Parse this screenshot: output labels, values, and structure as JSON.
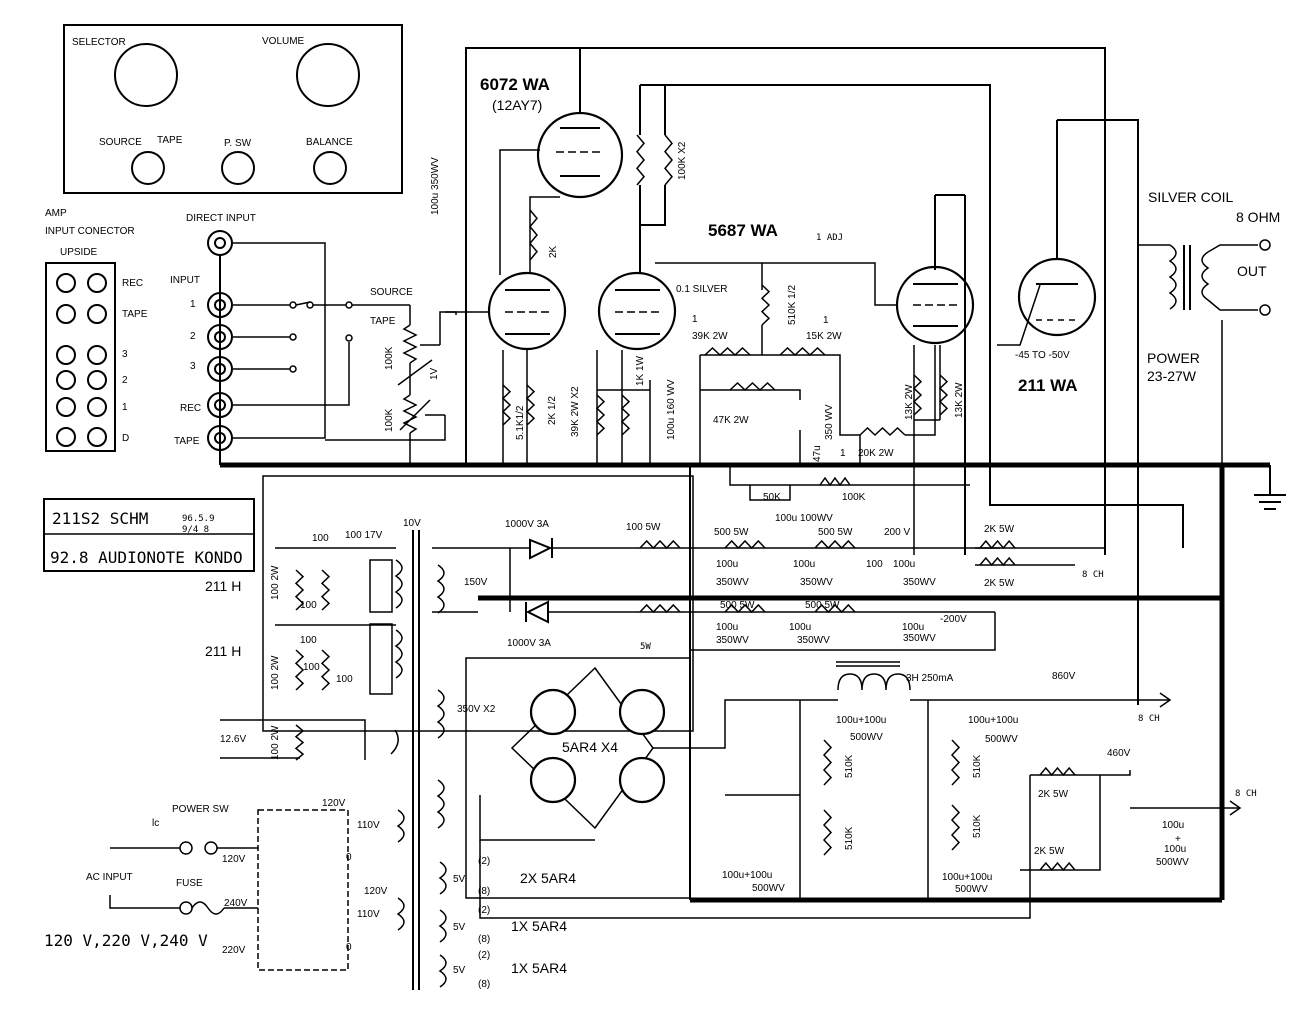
{
  "front_panel": {
    "selector": "SELECTOR",
    "volume": "VOLUME",
    "source": "SOURCE",
    "tape": "TAPE",
    "power_sw": "P. SW",
    "balance": "BALANCE"
  },
  "connector": {
    "title_line1": "AMP",
    "title_line2": "INPUT CONECTOR",
    "side": "UPSIDE",
    "rows": [
      "REC",
      "TAPE",
      "3",
      "2",
      "1",
      "D"
    ]
  },
  "inputs": {
    "direct": "DIRECT INPUT",
    "input": "INPUT",
    "n1": "1",
    "n2": "2",
    "n3": "3",
    "rec": "REC",
    "tape": "TAPE",
    "source": "SOURCE",
    "tape_sw": "TAPE",
    "pot1": "100K",
    "pot1_note": "1V",
    "pot2": "100K"
  },
  "title_block": {
    "line1": "211S2 SCHM",
    "line2": "92.8 AUDIONOTE KONDO",
    "note_a": "96.5.9",
    "note_b": "9/4 8"
  },
  "tubes": {
    "t1_name": "6072 WA",
    "t1_alt": "(12AY7)",
    "t2_name": "5687 WA",
    "t3_name": "211 WA",
    "rect": "5AR4 X4"
  },
  "components": {
    "c_100u350": "100u 350WV",
    "r_2k": "2K",
    "r_100kx2": "100K X2",
    "r_51k": "5.1K1/2",
    "r_2k12": "2K 1/2",
    "r_39k2w_x2": "39K 2W X2",
    "r_1k1w": "1K 1W",
    "c_100u160": "100u 160 WV",
    "c_01": "0.1 SILVER",
    "r_510k": "510K 1/2",
    "adj": "1 ADJ",
    "r_39k2w": "39K 2W",
    "r_15k2w": "15K 2W",
    "r_47k2w": "47K 2W",
    "c_47u": "47u",
    "c_350wv": "350 WV",
    "r_20k2w": "20K 2W",
    "r_13k_a": "13K 2W",
    "r_13k_b": "13K 2W",
    "one_a": "1",
    "one_b": "1",
    "one_c": "1",
    "bias": "-45 TO -50V",
    "r_50k": "50K",
    "r_100k": "100K",
    "c_100u_100wv": "100u 100WV"
  },
  "output": {
    "silver_coil": "SILVER COIL",
    "ohm": "8 OHM",
    "out": "OUT",
    "power": "POWER",
    "power_val": "23-27W"
  },
  "psu": {
    "h211_a": "211 H",
    "h211_b": "211 H",
    "r100_a": "100",
    "r100_b": "100 17V",
    "v10": "10V",
    "r100_2w_a": "100 2W",
    "r100_c": "100",
    "r100_2w_b": "100 2W",
    "r100_d": "100",
    "r100_e": "100",
    "r100_f": "100",
    "v150": "150V",
    "d1": "1000V 3A",
    "d2": "1000V 3A",
    "r_100_5w": "100  5W",
    "r_5w_b": "5W",
    "r_500_a": "500 5W",
    "r_500_b": "500 5W",
    "r_500_c": "500 5W",
    "r_500_d": "500 5W",
    "c_100u_a": "100u",
    "c_100u_b": "100u",
    "c_100u_c": "100u",
    "c_100u_d": "100u",
    "c_100u_e": "100u",
    "c_100u_f": "100u",
    "c_350wv_a": "350WV",
    "c_350wv_b": "350WV",
    "c_350wv_c": "350WV",
    "c_350wv_d": "350WV",
    "c_350wv_e": "350WV",
    "c_350wv_f": "350WV",
    "v200p": "200 V",
    "v200n": "-200V",
    "r_100_g": "100",
    "r_2k5w_a": "2K 5W",
    "r_2k5w_b": "2K 5W",
    "ch_a": "8 CH",
    "v350x2": "350V X2",
    "choke": "3H  250mA",
    "v860": "860V",
    "ch_b": "8 CH",
    "cap_a": "100u+100u",
    "cap_a2": "500WV",
    "cap_b": "100u+100u",
    "cap_b2": "500WV",
    "r510_a": "510K",
    "r510_b": "510K",
    "r510_c": "510K",
    "r510_d": "510K",
    "cap_c": "100u+100u",
    "cap_c2": "500WV",
    "cap_d": "100u+100u",
    "cap_d2": "500WV",
    "v460": "460V",
    "r_2k5w_c": "2K  5W",
    "r_2k5w_d": "2K  5W",
    "ch_c": "8 CH",
    "cap_e1": "100u",
    "cap_e2": "+",
    "cap_e3": "100u",
    "cap_e4": "500WV",
    "v126": "12.6V",
    "r100_2w_c": "100 2W",
    "power_sw": "POWER  SW",
    "ac_input": "AC INPUT",
    "fuse": "FUSE",
    "voltages": "120 V,220 V,240 V",
    "v120_a": "120V",
    "v110_a": "110V",
    "v120_b": "120V",
    "v0_a": "0",
    "v240": "240V",
    "v120_c": "120V",
    "v110_b": "110V",
    "v220": "220V",
    "v0_b": "0",
    "h5v_a": "5V",
    "h5v_b": "5V",
    "h5v_c": "5V",
    "n2_a": "(2)",
    "n8_a": "(8)",
    "n2_b": "(2)",
    "n8_b": "(8)",
    "n2_c": "(2)",
    "n8_c": "(8)",
    "x2_5ar4": "2X 5AR4",
    "x1_5ar4_a": "1X 5AR4",
    "x1_5ar4_b": "1X 5AR4",
    "lc": "lc"
  }
}
